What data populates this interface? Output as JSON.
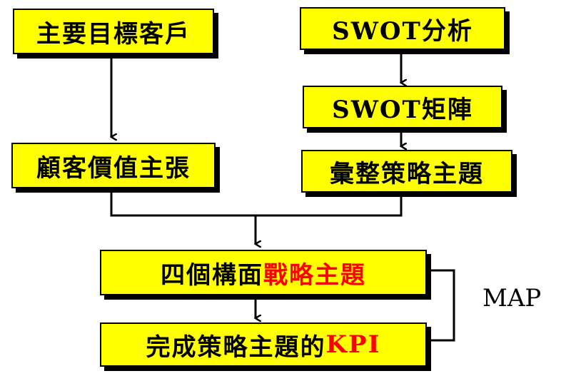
{
  "diagram": {
    "nodes": {
      "target_customers": "主要目標客戶",
      "swot_analysis": "SWOT分析",
      "swot_matrix": "SWOT矩陣",
      "customer_value": "顧客價值主張",
      "strategy_themes_compiled": "彙整策略主題",
      "four_dimensions": {
        "prefix": "四個構面",
        "highlight": "戰略主題"
      },
      "complete_kpi": {
        "prefix": "完成策略主題的",
        "highlight": "KPI"
      }
    },
    "bracket_label": "MAP",
    "colors": {
      "box_fill": "#ffff00",
      "highlight": "#ff0000",
      "line": "#000000"
    }
  }
}
